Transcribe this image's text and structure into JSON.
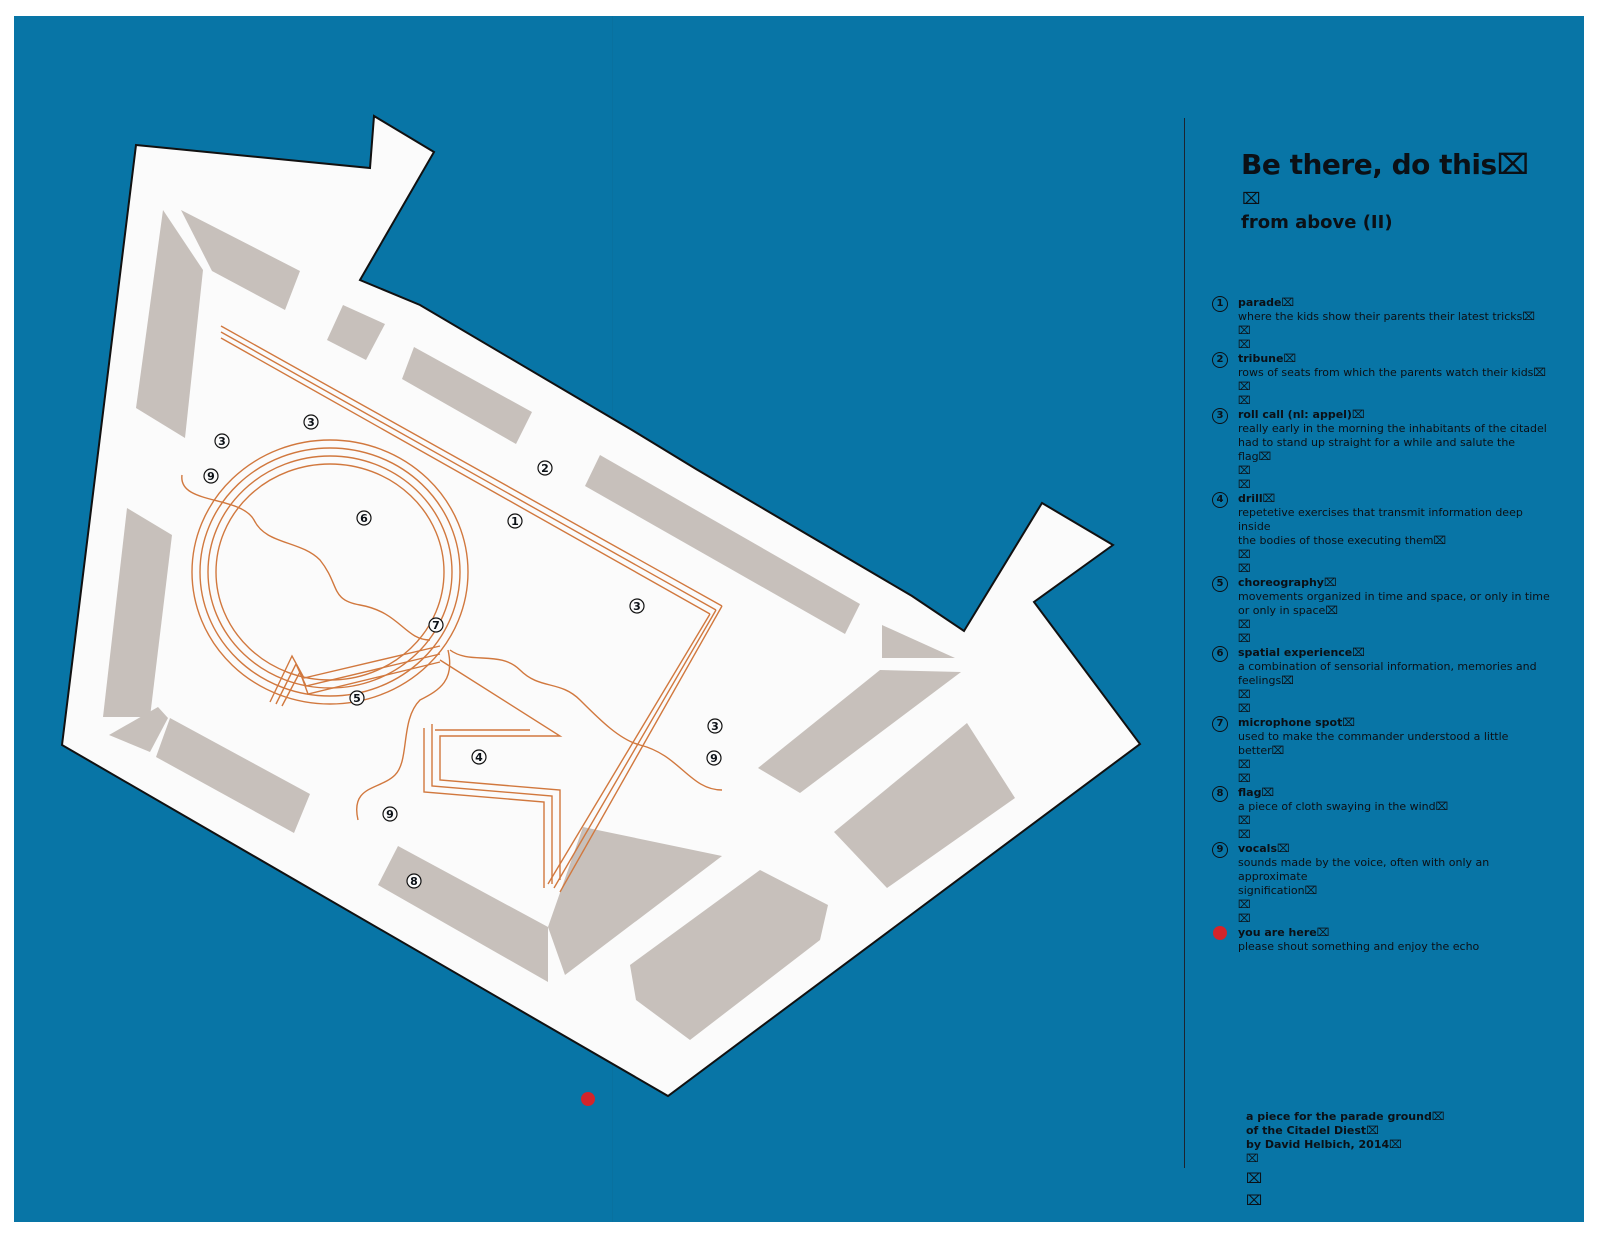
{
  "header": {
    "title": "Be there, do this",
    "title_glyph": "⌧",
    "glyph_line": "⌧",
    "subtitle": "from above (II)"
  },
  "legend": [
    {
      "marker": "1",
      "title": "parade",
      "desc": [
        "where the kids show their parents their latest tricks"
      ]
    },
    {
      "marker": "2",
      "title": "tribune",
      "desc": [
        "rows of seats from which the parents watch their kids"
      ]
    },
    {
      "marker": "3",
      "title": "roll call (nl: appel)",
      "desc": [
        "really early in the morning the inhabitants of the citadel",
        "had to stand up straight for a while and salute the flag"
      ]
    },
    {
      "marker": "4",
      "title": "drill",
      "desc": [
        "repetetive exercises that transmit information deep inside",
        "the bodies of those executing them"
      ]
    },
    {
      "marker": "5",
      "title": "choreography",
      "desc": [
        "movements organized in time and space, or only in time",
        "or only in space"
      ]
    },
    {
      "marker": "6",
      "title": "spatial experience",
      "desc": [
        "a combination of sensorial information, memories and",
        "feelings"
      ]
    },
    {
      "marker": "7",
      "title": "microphone spot",
      "desc": [
        "used to make the commander understood a little better"
      ]
    },
    {
      "marker": "8",
      "title": "flag",
      "desc": [
        "a piece of cloth swaying in the wind"
      ]
    },
    {
      "marker": "9",
      "title": "vocals",
      "desc": [
        "sounds made by the voice, often with only an approximate",
        "signification"
      ]
    },
    {
      "marker": "dot",
      "title": "you are here",
      "desc": [
        "please shout something and enjoy the echo"
      ]
    }
  ],
  "credits": {
    "line1": "a piece for the parade ground",
    "line2": "of the Citadel Diest",
    "line3": "by David Helbich, 2014"
  },
  "glyph": "⌧",
  "map_markers": [
    "3",
    "3",
    "9",
    "2",
    "6",
    "1",
    "3",
    "7",
    "5",
    "4",
    "3",
    "9",
    "9",
    "8"
  ],
  "colors": {
    "background": "#0875a6",
    "ground": "#fbfbfb",
    "buildings": "#c7c0bb",
    "paths": "#d1783e",
    "you_are_here": "#d3242a"
  }
}
